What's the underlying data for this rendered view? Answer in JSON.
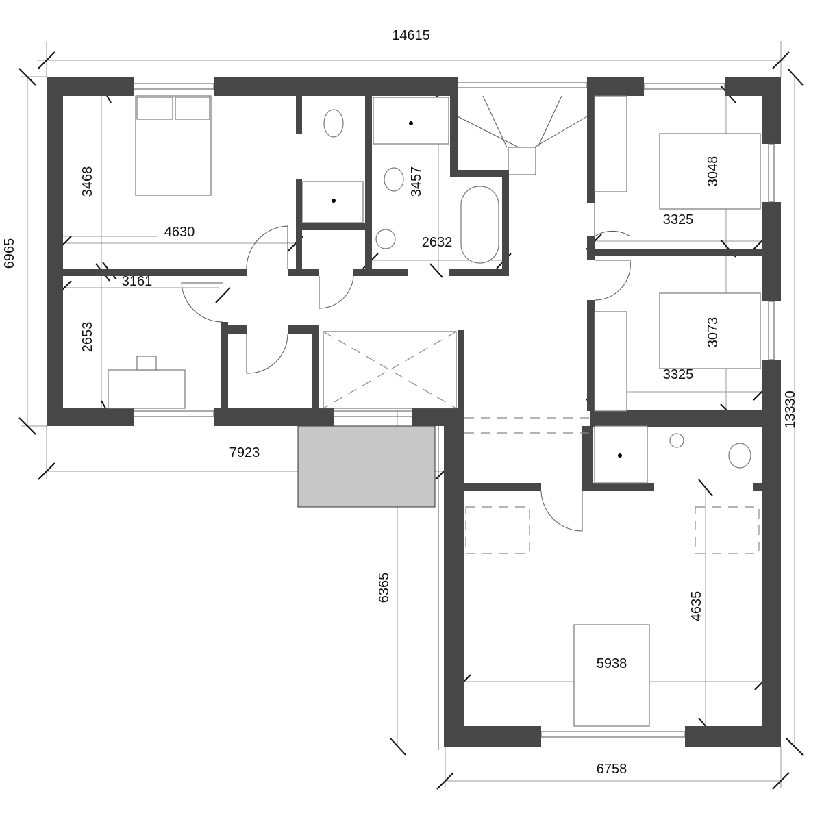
{
  "colors": {
    "wall": "#474747",
    "balcony": "#c8c8c8"
  },
  "dimensions": {
    "overall_width": "14615",
    "left_height": "6965",
    "bedroom1_height": "3468",
    "bedroom1_width": "4630",
    "bedroom2_width": "3161",
    "bedroom2_height": "2653",
    "bathroom_height": "3457",
    "bathroom_width": "2632",
    "bedroom3_height": "3048",
    "bedroom3_width": "3325",
    "bedroom4_height": "3073",
    "bedroom4_width": "3325",
    "right_height": "13330",
    "left_block_width": "7923",
    "master_wing_height": "6365",
    "master_height": "4635",
    "master_width": "5938",
    "master_wing_width": "6758"
  }
}
